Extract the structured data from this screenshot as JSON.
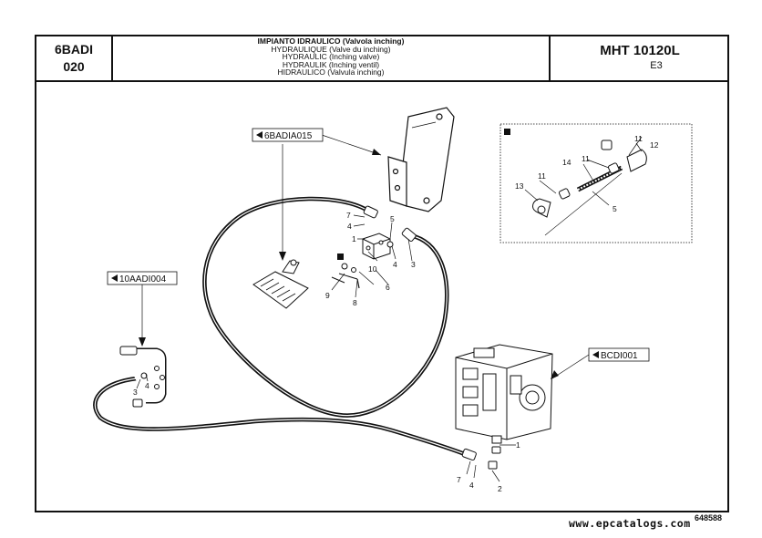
{
  "header": {
    "group_code": "6BADI",
    "page_code": "020",
    "titles": [
      "IMPIANTO IDRAULICO (Valvola inching)",
      "HYDRAULIQUE (Valve du inching)",
      "HYDRAULIC (Inching valve)",
      "HYDRAULIK (Inching ventil)",
      "HIDRAULICO (Valvula inching)"
    ],
    "model": "MHT 10120L",
    "edition": "E3"
  },
  "references": {
    "pedal": "6BADIA015",
    "coupling": "10AADI004",
    "pump": "BCDI001"
  },
  "callouts": {
    "detail": [
      "11",
      "12",
      "11",
      "14",
      "11",
      "13",
      "5"
    ],
    "valve": [
      "7",
      "4",
      "1",
      "5",
      "4",
      "3",
      "10",
      "6",
      "9",
      "8"
    ],
    "left_hose": [
      "3",
      "4"
    ],
    "bottom": [
      "1",
      "7",
      "4",
      "2"
    ]
  },
  "footer": {
    "drawing_number": "648588",
    "watermark": "www.epcatalogs.com"
  }
}
